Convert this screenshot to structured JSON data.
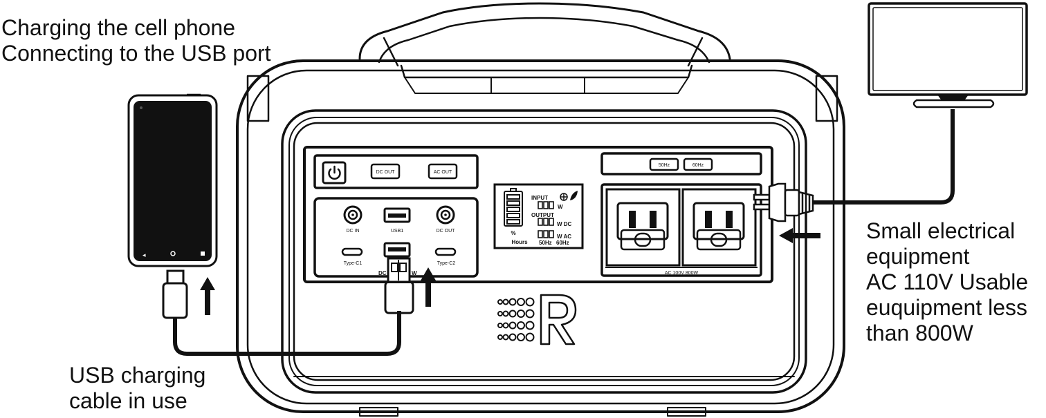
{
  "captions": {
    "phone": [
      "Charging the cell phone",
      "Connecting to the USB port"
    ],
    "cable": [
      "USB charging",
      "cable in use"
    ],
    "equipment": [
      "Small electrical",
      "equipment",
      "AC 110V Usable",
      "euquipment less",
      "than 800W"
    ]
  },
  "panel": {
    "dc_out": "DC OUT",
    "ac_out": "AC OUT",
    "hz50": "50Hz",
    "hz60": "60Hz",
    "dc_in_port": "DC IN",
    "usb1_port": "USB1",
    "dc_out_port": "DC OUT",
    "typec1": "Type-C1",
    "typec2": "Type-C2",
    "dc_label_partial": "DC",
    "w_label_partial": "W",
    "ac_rating": "AC 100V 800W"
  },
  "display": {
    "input": "INPUT",
    "output": "OUTPUT",
    "w": "W",
    "w_dc": "W DC",
    "w_ac": "W AC",
    "percent": "%",
    "hours": "Hours",
    "hz50": "50Hz",
    "hz60": "60Hz"
  },
  "icons": [
    "power-icon",
    "phone",
    "usb-plug",
    "ac-plug",
    "monitor",
    "arrow-up",
    "arrow-left",
    "brand-logo"
  ]
}
